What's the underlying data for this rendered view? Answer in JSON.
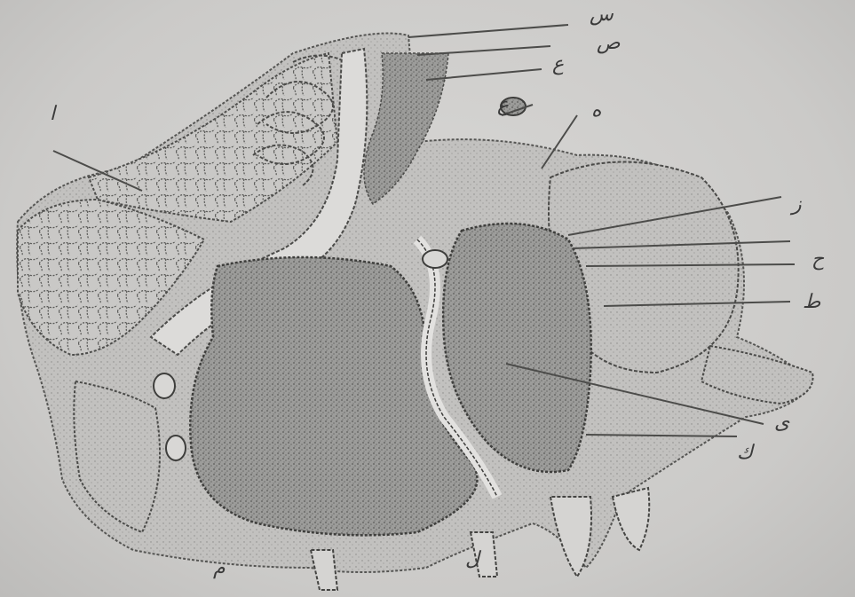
{
  "figure": {
    "labels": {
      "top_1": "س",
      "top_2": "ص",
      "top_3": "ع",
      "top_4": "ع",
      "top_5": "ه",
      "left_1": "ا",
      "right_z": "ز",
      "right_h": "ح",
      "right_t": "ط",
      "right_y": "ى",
      "right_k": "ك",
      "bottom_l": "ل",
      "bottom_m": "م"
    }
  }
}
